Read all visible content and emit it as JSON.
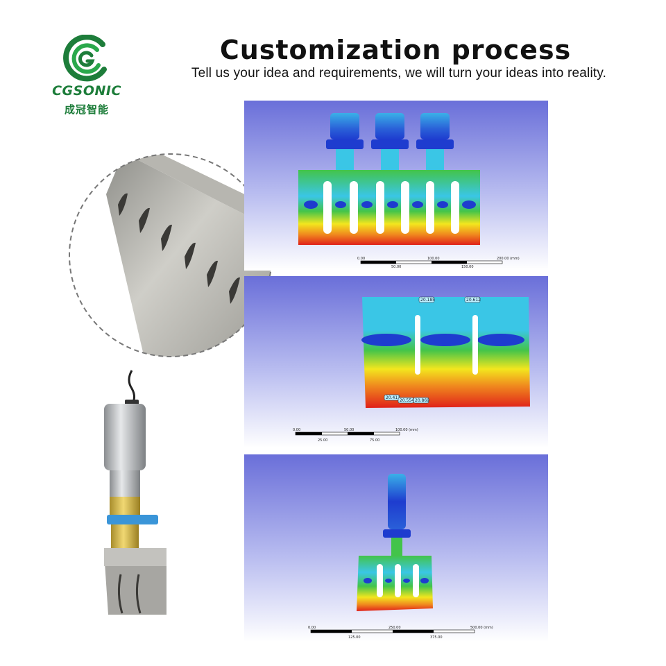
{
  "header": {
    "title": "Customization process",
    "subtitle": "Tell us your idea and requirements, we will turn your ideas into reality."
  },
  "brand": {
    "name": "CGSONIC",
    "name_cn": "成冠智能",
    "color": "#1d7d3a"
  },
  "panels": [
    {
      "scale_top": [
        "0.00",
        "100.00",
        "200.00 (mm)"
      ],
      "scale_bottom": [
        "50.00",
        "150.00"
      ]
    },
    {
      "labels_top": [
        "20.185",
        "20.612"
      ],
      "labels_bottom": [
        "20.411",
        "20.554",
        "20.869"
      ],
      "scale_top": [
        "0.00",
        "50.00",
        "100.00 (mm)"
      ],
      "scale_bottom": [
        "25.00",
        "75.00"
      ]
    },
    {
      "scale_top": [
        "0.00",
        "250.00",
        "500.00 (mm)"
      ],
      "scale_bottom": [
        "125.00",
        "375.00"
      ]
    }
  ],
  "colors": {
    "background_top": "#6a6fd9",
    "fea_red": "#e0201a",
    "fea_blue": "#1e3ccf",
    "fea_cyan": "#3ac6e6",
    "fea_green": "#43c44a",
    "fea_yellow": "#f3e61e",
    "fea_orange": "#f08a1e"
  }
}
